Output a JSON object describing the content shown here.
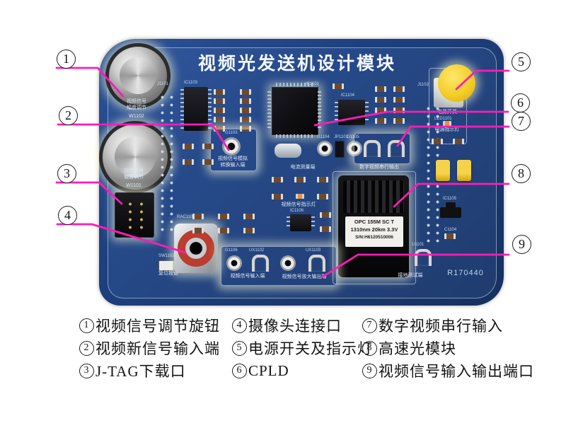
{
  "board": {
    "title": "视频光发送机设计模块",
    "code": "R170440"
  },
  "silkscreen": {
    "knob_top_label": "视频信号\n幅度调节",
    "knob_top_ref": "W1102",
    "knob_bottom_label": "视频信号\n偏置调节",
    "knob_bottom_ref": "W1101",
    "header_left_ref": "J1101",
    "header_right_ref": "J1102",
    "ic_amp_ref": "IC1103",
    "cpld_ref": "IC1101",
    "ic_mid_ref": "IC1104",
    "opamp_ref": "IC1106",
    "regulator_ref": "IC1105",
    "cap_ref": "C1104",
    "video_sim_input_ref": "G1103",
    "video_sim_input_label": "视频信号模拟\n转换输入端",
    "current_measure_label": "电流测量端",
    "digital_serial_out_label": "数字视频串行输出",
    "jack_a_ref": "G1104",
    "jumper_ref": "JP1101",
    "jack_b_ref": "G1105",
    "power_switch_label": "电源开关",
    "power_led_ref": "LED1101",
    "power_led_label": "电源指示灯",
    "video_led_label": "视频信号指示灯",
    "rca_ref": "RAC1101",
    "reset_ref": "SW1102",
    "reset_label": "复位按键",
    "jack_in_ref": "G1106",
    "loop_in_ref": "UX1102",
    "loop_out_ref": "UX1103",
    "video_in_label": "视频信号输入端",
    "video_out_label": "视频信号放大输出端",
    "ground_loop_ref": "U1101",
    "ground_test_label": "接地测试端"
  },
  "optical_module": {
    "line1": "OPC 155M  SC  T",
    "line2": "1310nm  20km  3.3V",
    "line3": "S/N:H6120510006"
  },
  "callouts": [
    {
      "num": "1"
    },
    {
      "num": "2"
    },
    {
      "num": "3"
    },
    {
      "num": "4"
    },
    {
      "num": "5"
    },
    {
      "num": "6"
    },
    {
      "num": "7"
    },
    {
      "num": "8"
    },
    {
      "num": "9"
    }
  ],
  "legend": {
    "items": [
      {
        "num": "1",
        "text": "视频信号调节旋钮"
      },
      {
        "num": "2",
        "text": "视频新信号输入端"
      },
      {
        "num": "3",
        "text": "J-TAG下载口"
      },
      {
        "num": "4",
        "text": "摄像头连接口"
      },
      {
        "num": "5",
        "text": "电源开关及指示灯"
      },
      {
        "num": "6",
        "text": "CPLD"
      },
      {
        "num": "7",
        "text": "数字视频串行输入"
      },
      {
        "num": "8",
        "text": "高速光模块"
      },
      {
        "num": "9",
        "text": "视频信号输入输出端口"
      }
    ]
  },
  "colors": {
    "board_blue": "#1e4180",
    "callout_line": "#ff1cb4",
    "button_yellow": "#f3cd28",
    "rca_red": "#bb3c30"
  }
}
